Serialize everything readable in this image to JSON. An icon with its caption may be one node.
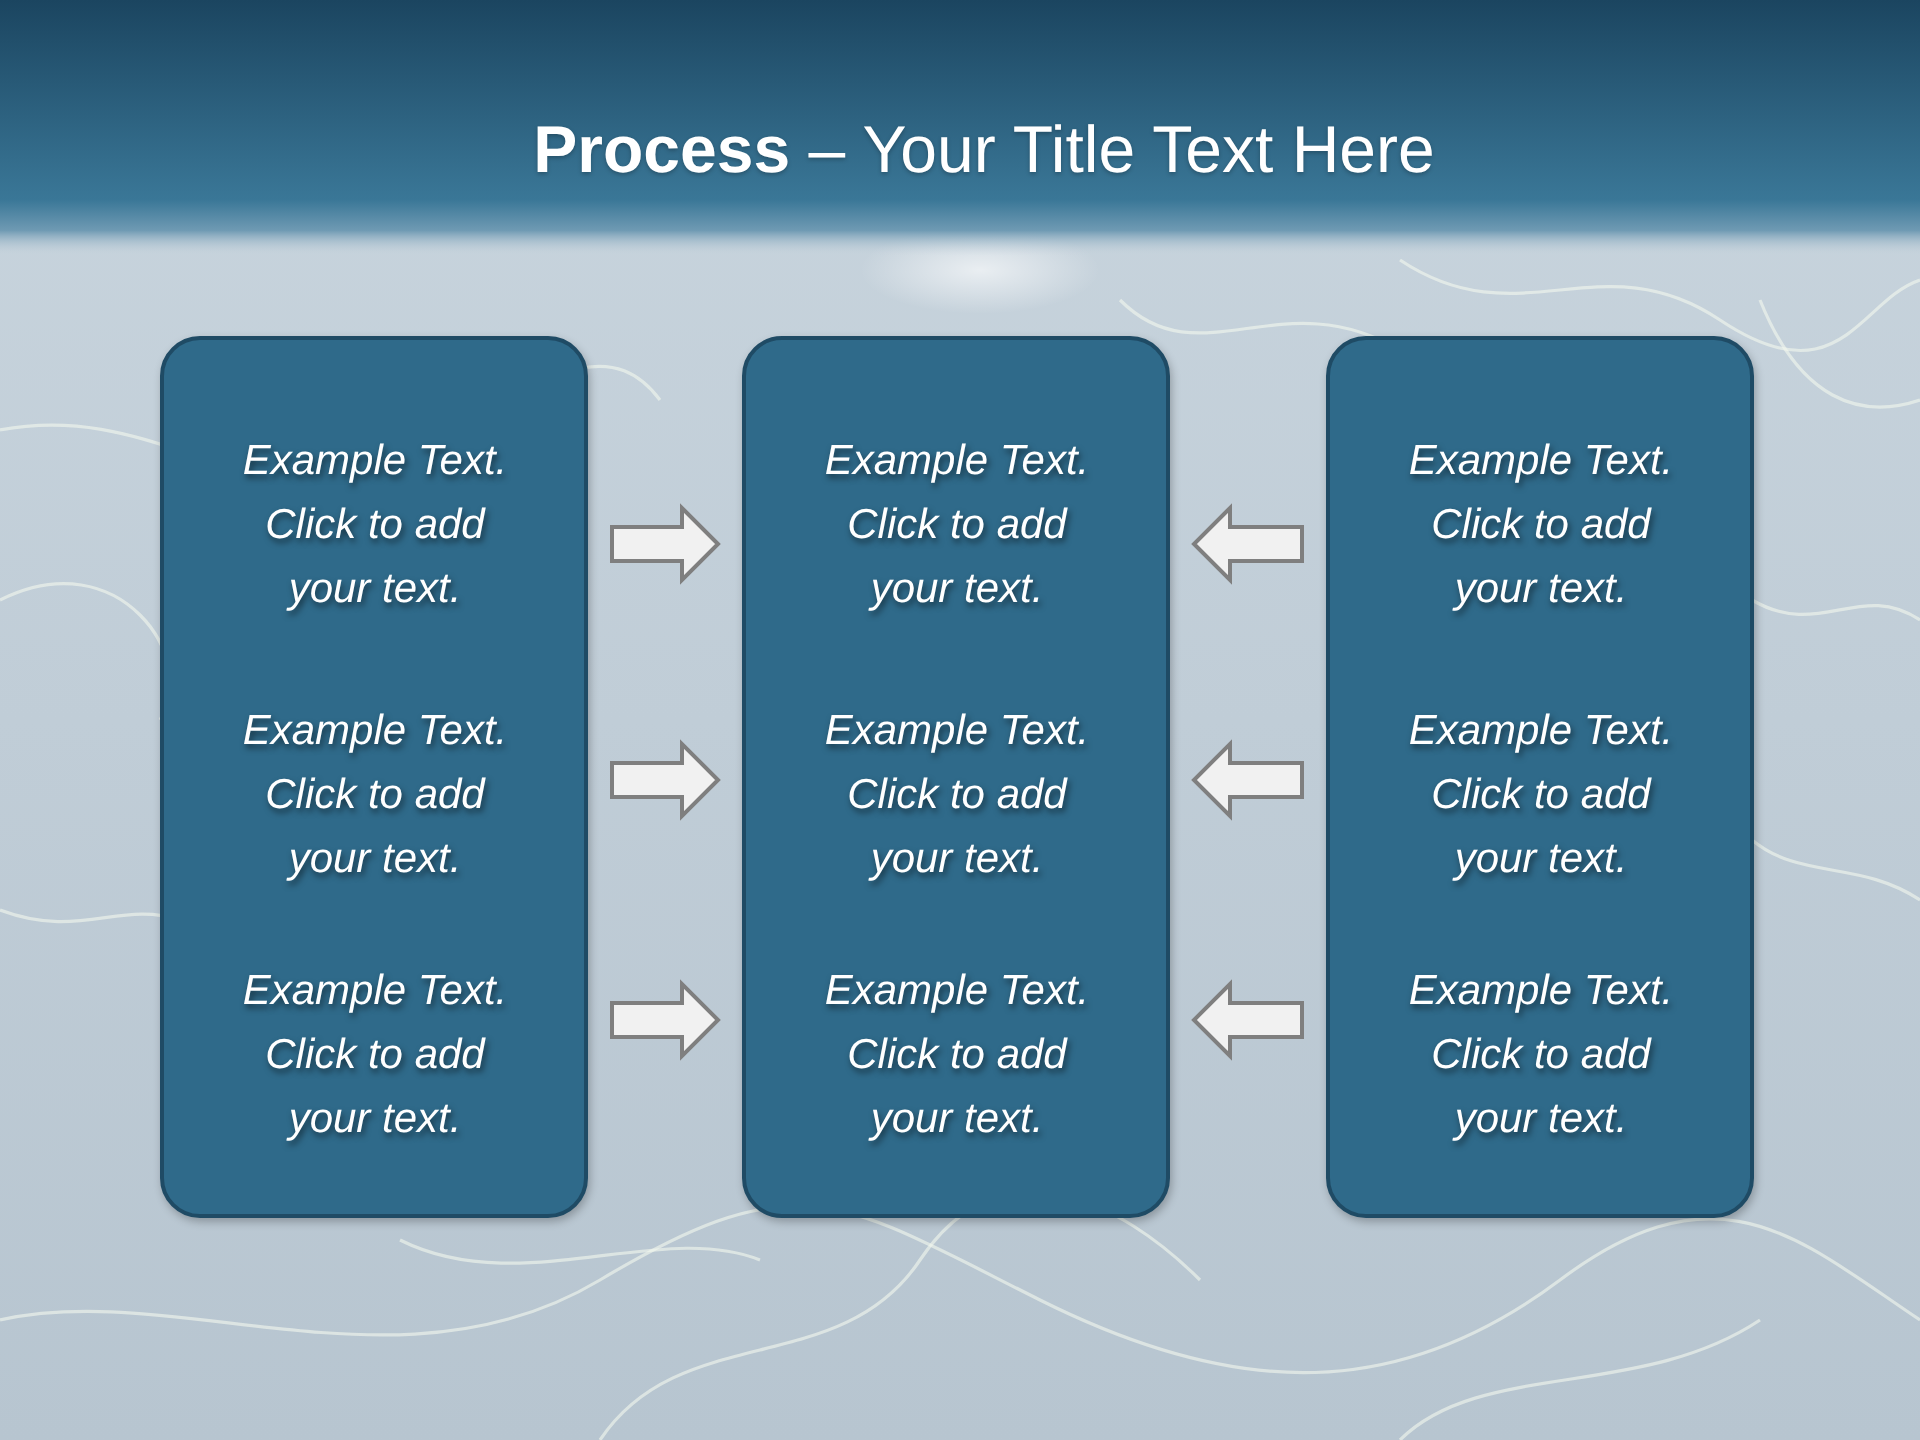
{
  "diagram": {
    "title": "**Process** – Your Title Text Here",
    "nodes": [
      {
        "text": [
          "Example Text. Click to add your text.",
          "Example Text. Click to add your text.",
          "Example Text. Click to add your text."
        ]
      },
      {
        "text": [
          "Example Text. Click to add your text.",
          "Example Text. Click to add your text.",
          "Example Text. Click to add your text."
        ]
      },
      {
        "text": [
          "Example Text. Click to add your text.",
          "Example Text. Click to add your text.",
          "Example Text. Click to add your text."
        ]
      }
    ],
    "edges": [
      {
        "from": 0,
        "to": 1,
        "arrow": "to"
      },
      {
        "from": 0,
        "to": 1,
        "arrow": "to"
      },
      {
        "from": 0,
        "to": 1,
        "arrow": "to"
      },
      {
        "from": 2,
        "to": 1,
        "arrow": "to"
      },
      {
        "from": 2,
        "to": 1,
        "arrow": "to"
      },
      {
        "from": 2,
        "to": 1,
        "arrow": "to"
      }
    ]
  }
}
